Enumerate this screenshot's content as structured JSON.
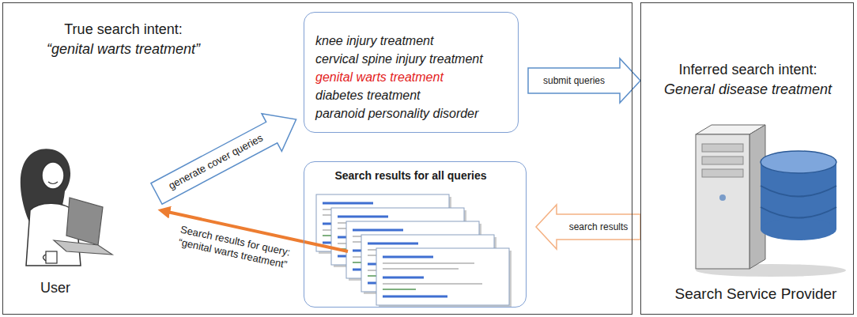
{
  "diagram": {
    "nodes": [
      {
        "text": [
          "True search intent:",
          "“genital warts treatment”",
          "User"
        ]
      },
      {
        "text": [
          "knee injury treatment",
          "cervical spine injury treatment",
          "genital warts treatment",
          "diabetes treatment",
          "paranoid personality disorder"
        ],
        "in": 0
      },
      {
        "text": [
          "Search results for all queries"
        ],
        "in": 0
      },
      {
        "text": [
          "Inferred search intent:",
          "General disease treatment",
          "Search Service Provider"
        ]
      }
    ],
    "edges": [
      {
        "from": 1,
        "to": 3,
        "label": "submit queries",
        "arrow": "to"
      },
      {
        "from": 3,
        "to": 2,
        "label": "search results",
        "arrow": "to"
      }
    ],
    "labels": [
      "generate cover queries",
      "Search results for query: “genital warts treatment”"
    ]
  }
}
